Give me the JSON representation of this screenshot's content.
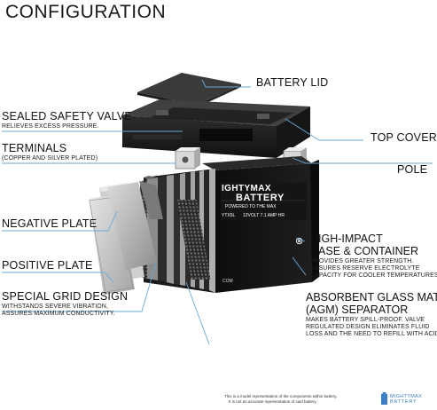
{
  "title": "CONFIGURATION",
  "labels": {
    "battery_lid": "BATTERY LID",
    "sealed_safety_valve": "SEALED SAFETY VALVE",
    "sealed_safety_valve_sub": "RELIEVES EXCESS PRESSURE.",
    "terminals": "TERMINALS",
    "terminals_sub": "(COPPER AND SILVER PLATED)",
    "top_cover": "TOP COVER",
    "pole": "POLE",
    "negative_plate": "NEGATIVE PLATE",
    "positive_plate": "POSITIVE PLATE",
    "special_grid_design": "SPECIAL GRID DESIGN",
    "special_grid_sub_1": "WITHSTANDS SEVERE VIBRATION,",
    "special_grid_sub_2": "ASSURES MAXIMUM CONDUCTIVITY.",
    "high_impact_1": "HIGH-IMPACT",
    "high_impact_2": "CASE & CONTAINER",
    "high_impact_sub_1": "PROVIDES GREATER STRENGTH.",
    "high_impact_sub_2": "ASSURES RESERVE ELECTROLYTE",
    "high_impact_sub_3": "CAPACITY FOR COOLER TEMPERATURES.",
    "agm_1": "ABSORBENT GLASS MAT",
    "agm_2": "(AGM) SEPARATOR",
    "agm_sub_1": "MAKES BATTERY SPILL-PROOF. VALVE",
    "agm_sub_2": "REGULATED DESIGN ELIMINATES FLUID",
    "agm_sub_3": "LOSS AND THE NEED TO REFILL WITH ACID."
  },
  "battery_label": {
    "brand_1": "IGHTYMAX",
    "brand_2": "BATTERY",
    "tagline": "POWERED TO THE MAX",
    "spec": "12VOLT 7.1 AMP HR",
    "model": "YTX5L",
    "site": "COM"
  },
  "footer": {
    "line1": "This is a model representation of the components within battery.",
    "line2": "It is not an accurate representation of said battery."
  },
  "logo": {
    "line1": "MIGHTYMAX",
    "line2": "BATTERY"
  },
  "colors": {
    "leader_line": "#6aa8d4",
    "battery_body": "#121212",
    "plate_gray": "#b9b9b9"
  }
}
